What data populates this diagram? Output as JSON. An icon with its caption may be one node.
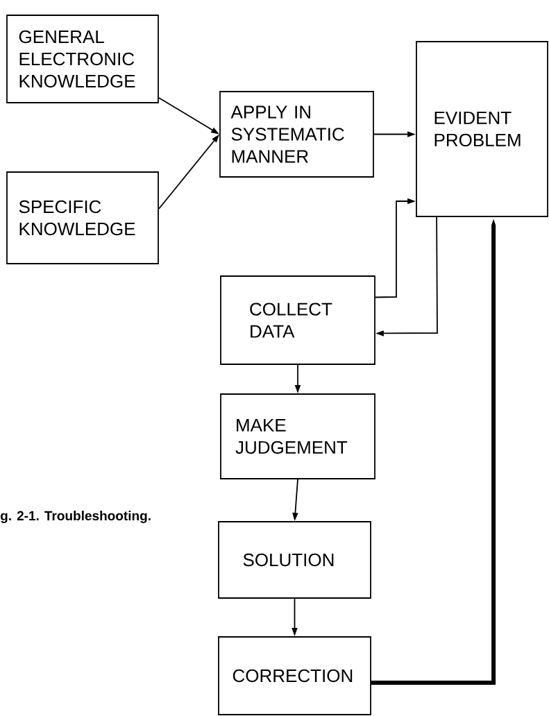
{
  "diagram": {
    "caption": "g. 2-1. Troubleshooting.",
    "nodes": [
      {
        "text": [
          "GENERAL ELECTRONIC KNOWLEDGE"
        ]
      },
      {
        "text": [
          "SPECIFIC KNOWLEDGE"
        ]
      },
      {
        "text": [
          "APPLY IN SYSTEMATIC MANNER"
        ]
      },
      {
        "text": [
          "EVIDENT PROBLEM"
        ]
      },
      {
        "text": [
          "COLLECT DATA"
        ]
      },
      {
        "text": [
          "MAKE JUDGEMENT"
        ]
      },
      {
        "text": [
          "SOLUTION"
        ]
      },
      {
        "text": [
          "CORRECTION"
        ]
      }
    ],
    "edges": [
      {
        "from": 0,
        "to": 2,
        "arrow": "to"
      },
      {
        "from": 1,
        "to": 2,
        "arrow": "to"
      },
      {
        "from": 2,
        "to": 3,
        "arrow": "to"
      },
      {
        "from": 4,
        "to": 3,
        "arrow": "to"
      },
      {
        "from": 3,
        "to": 4,
        "arrow": "to"
      },
      {
        "from": 4,
        "to": 5,
        "arrow": "to"
      },
      {
        "from": 5,
        "to": 6,
        "arrow": "to"
      },
      {
        "from": 6,
        "to": 7,
        "arrow": "to"
      },
      {
        "from": 7,
        "to": 3,
        "arrow": "to",
        "style": "thick"
      }
    ]
  }
}
